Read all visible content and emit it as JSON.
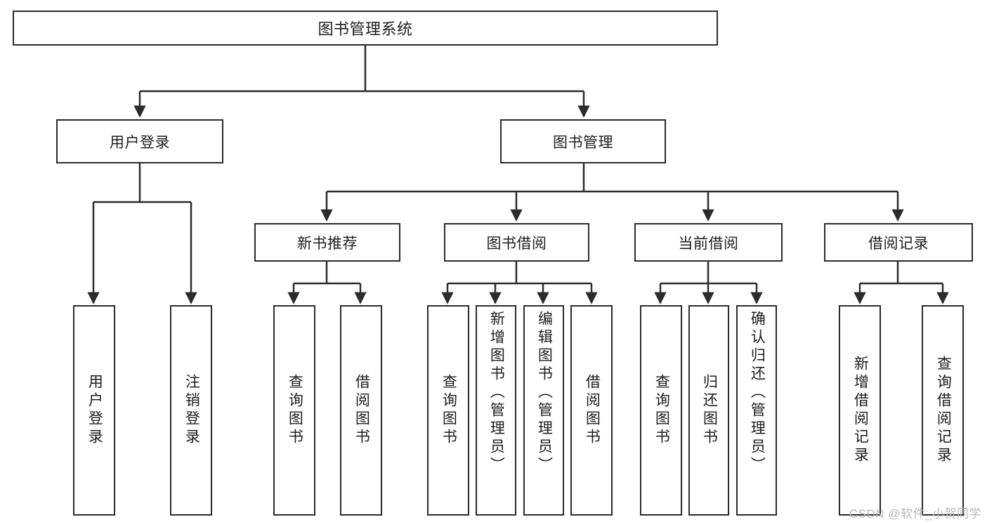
{
  "diagram": {
    "title": "图书管理系统",
    "type": "tree-hierarchy-diagram",
    "colors": {
      "stroke": "#2b2b2b",
      "fill": "#ffffff",
      "text": "#1d1d1d",
      "watermark": "#b9b9b9"
    },
    "levels": {
      "level1": {
        "label": "图书管理系统"
      },
      "level2": [
        {
          "label": "用户登录"
        },
        {
          "label": "图书管理"
        }
      ],
      "level3": [
        {
          "label": "新书推荐"
        },
        {
          "label": "图书借阅"
        },
        {
          "label": "当前借阅"
        },
        {
          "label": "借阅记录"
        }
      ],
      "leaves": {
        "user_login": [
          {
            "label": "用户登录"
          },
          {
            "label": "注销登录"
          }
        ],
        "new_book_recommend": [
          {
            "label": "查询图书"
          },
          {
            "label": "借阅图书"
          }
        ],
        "book_borrow": [
          {
            "label": "查询图书"
          },
          {
            "label": "新增图书（管理员）"
          },
          {
            "label": "编辑图书（管理员）"
          },
          {
            "label": "借阅图书"
          }
        ],
        "current_borrow": [
          {
            "label": "查询图书"
          },
          {
            "label": "归还图书"
          },
          {
            "label": "确认归还（管理员）"
          }
        ],
        "borrow_record": [
          {
            "label": "新增借阅记录"
          },
          {
            "label": "查询借阅记录"
          }
        ]
      }
    }
  },
  "watermark": {
    "text": "CSDN @软件_小贺同学"
  }
}
